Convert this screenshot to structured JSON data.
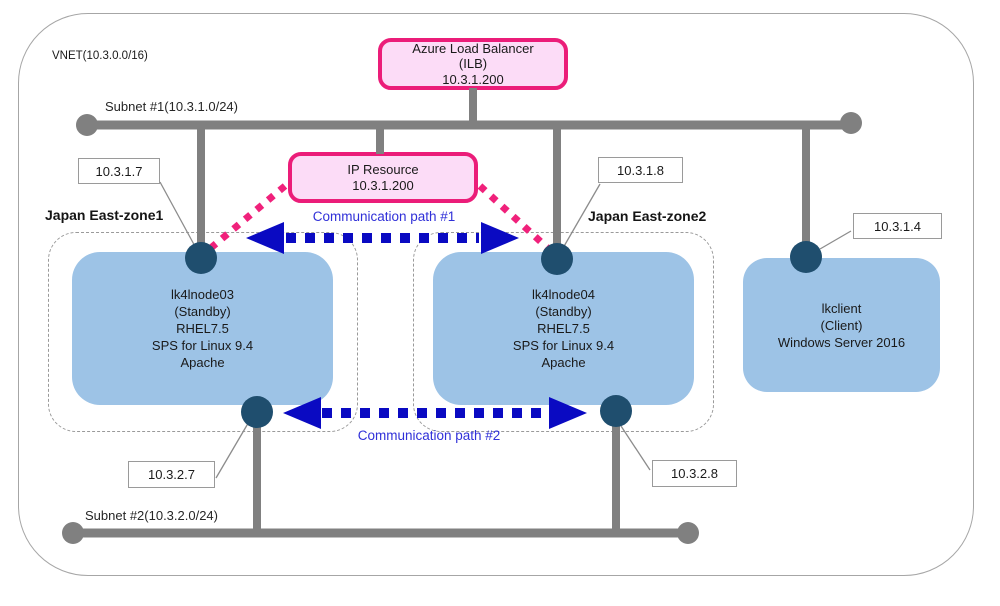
{
  "vnet": {
    "label": "VNET(10.3.0.0/16)"
  },
  "load_balancer": {
    "name": "Azure Load Balancer",
    "type": "(ILB)",
    "ip": "10.3.1.200"
  },
  "ip_resource": {
    "name": "IP Resource",
    "ip": "10.3.1.200"
  },
  "subnet1": {
    "label": "Subnet #1(10.3.1.0/24)"
  },
  "subnet2": {
    "label": "Subnet #2(10.3.2.0/24)"
  },
  "zone1": {
    "label": "Japan East-zone1"
  },
  "zone2": {
    "label": "Japan East-zone2"
  },
  "node1": {
    "name": "lk4lnode03",
    "role": "(Standby)",
    "os": "RHEL7.5",
    "software": "SPS for Linux 9.4",
    "app": "Apache",
    "ip_subnet1": "10.3.1.7",
    "ip_subnet2": "10.3.2.7"
  },
  "node2": {
    "name": "lk4lnode04",
    "role": "(Standby)",
    "os": "RHEL7.5",
    "software": "SPS for Linux 9.4",
    "app": "Apache",
    "ip_subnet1": "10.3.1.8",
    "ip_subnet2": "10.3.2.8"
  },
  "client": {
    "name": "lkclient",
    "role": "(Client)",
    "os": "Windows Server 2016",
    "ip_subnet1": "10.3.1.4"
  },
  "paths": {
    "path1": "Communication path #1",
    "path2": "Communication path #2"
  },
  "colors": {
    "node_fill": "#9dc3e6",
    "nic_dot": "#1f4e6e",
    "network_gray": "#808080",
    "pink_fill": "#fcdcf7",
    "pink_border": "#eb1d79",
    "pink_dotted_link": "#f0217b",
    "comm_path_blue": "#0a0ac2",
    "comm_path_label_blue": "#3030d8",
    "zone_dash_gray": "#9a9a9a"
  }
}
